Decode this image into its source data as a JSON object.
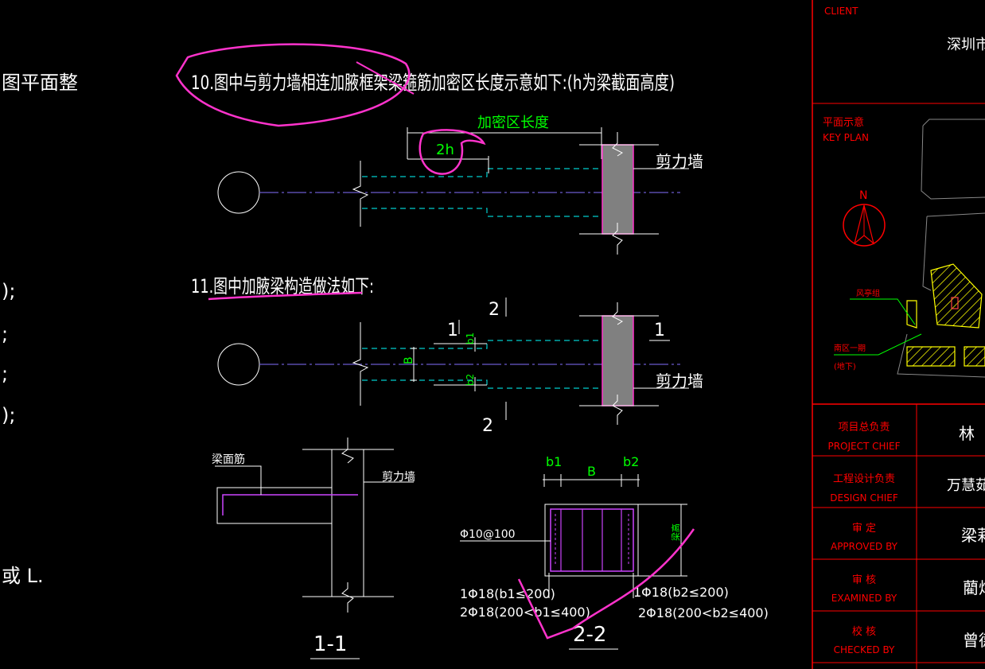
{
  "colors": {
    "background": "#000000",
    "line": "#ffffff",
    "rebar": "#00cccc",
    "axis": "#6a5acd",
    "magenta": "#ff33cc",
    "green": "#00ff00",
    "red": "#ff0000",
    "yellow": "#ffff00",
    "gray": "#808080"
  },
  "left_fragments": [
    "图平面整",
    ");",
    ";",
    ";",
    ");",
    "或 L."
  ],
  "note10": {
    "text": "10.图中与剪力墙相连加腋框架梁箍筋加密区长度示意如下:(h为梁截面高度)",
    "dim_label": "加密区长度",
    "h_label": "2h",
    "wall_label": "剪力墙"
  },
  "note11": {
    "text": "11.图中加腋梁构造做法如下:",
    "wall_label": "剪力墙",
    "section_1": "1",
    "section_2": "2",
    "b_label": "B",
    "b1_label": "b1",
    "b2_label": "b2"
  },
  "section11": {
    "title": "1-1",
    "beam_top_bar": "梁面筋",
    "wall_label": "剪力墙"
  },
  "section22": {
    "title": "2-2",
    "b1": "b1",
    "B": "B",
    "b2": "b2",
    "stirrup": "Φ10@100",
    "height": "梁高",
    "left_bar_1": "1Φ18(b1≤200)",
    "left_bar_2": "2Φ18(200<b1≤400)",
    "right_bar_1": "1Φ18(b2≤200)",
    "right_bar_2": "2Φ18(200<b2≤400)"
  },
  "title_block": {
    "client_label": "CLIENT",
    "client_value": "深圳市前",
    "key_plan_cn": "平面示意",
    "key_plan_en": "KEY PLAN",
    "north": "N",
    "plan_label_1": "风亭组",
    "plan_label_2": "南区一期",
    "plan_label_3": "(地下)",
    "rows": [
      {
        "cn": "项目总负责",
        "en": "PROJECT CHIEF",
        "name": "林"
      },
      {
        "cn": "工程设计负责",
        "en": "DESIGN CHIEF",
        "name": "万慧茹"
      },
      {
        "cn": "审 定",
        "en": "APPROVED BY",
        "name": "梁莉"
      },
      {
        "cn": "审 核",
        "en": "EXAMINED BY",
        "name": "藺炜"
      },
      {
        "cn": "校 核",
        "en": "CHECKED BY",
        "name": "曾德"
      }
    ]
  }
}
